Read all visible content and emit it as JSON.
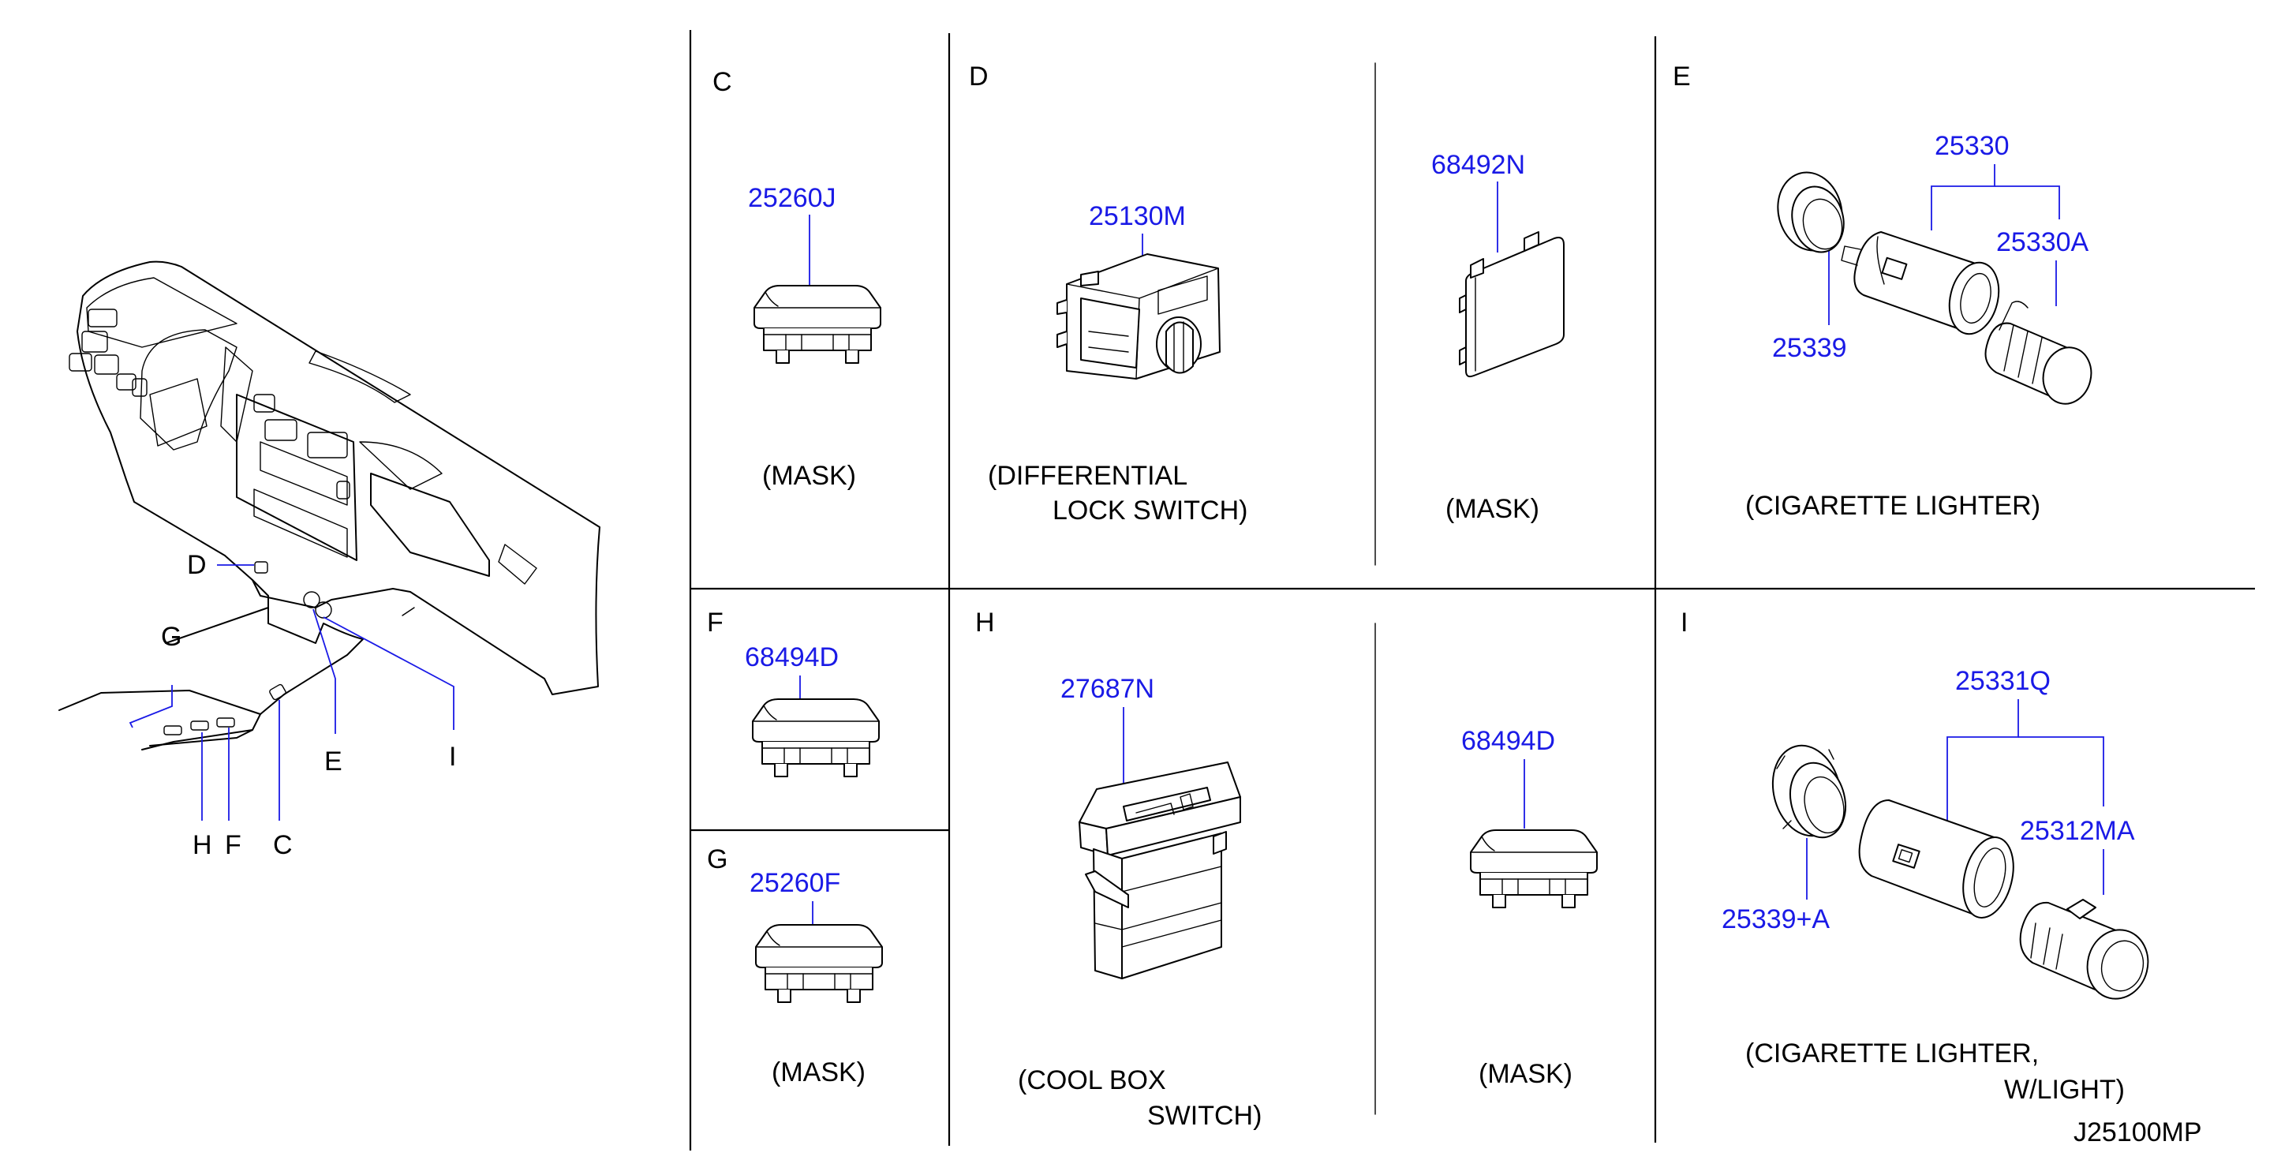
{
  "drawing_id": "J25100MP",
  "overview": {
    "callouts": {
      "d": "D",
      "g": "G",
      "e": "E",
      "i": "I",
      "h": "H",
      "f": "F",
      "c": "C"
    }
  },
  "sections": {
    "c": {
      "letter": "C",
      "part": "25260J",
      "caption": "(MASK)"
    },
    "d": {
      "letter": "D",
      "part_switch": "25130M",
      "caption_line1": "(DIFFERENTIAL",
      "caption_line2": "LOCK   SWITCH)",
      "part_mask": "68492N",
      "caption_mask": "(MASK)"
    },
    "e": {
      "letter": "E",
      "part_group": "25330",
      "part_plug": "25330A",
      "part_ring": "25339",
      "caption": "(CIGARETTE   LIGHTER)"
    },
    "f": {
      "letter": "F",
      "part": "68494D"
    },
    "g": {
      "letter": "G",
      "part": "25260F",
      "caption": "(MASK)"
    },
    "h": {
      "letter": "H",
      "part_switch": "27687N",
      "caption_line1": "(COOL   BOX",
      "caption_line2": "SWITCH)",
      "part_mask": "68494D",
      "caption_mask": "(MASK)"
    },
    "i": {
      "letter": "I",
      "part_group": "25331Q",
      "part_plug": "25312MA",
      "part_ring": "25339+A",
      "caption_line1": "(CIGARETTE   LIGHTER,",
      "caption_line2": "W/LIGHT)"
    }
  }
}
